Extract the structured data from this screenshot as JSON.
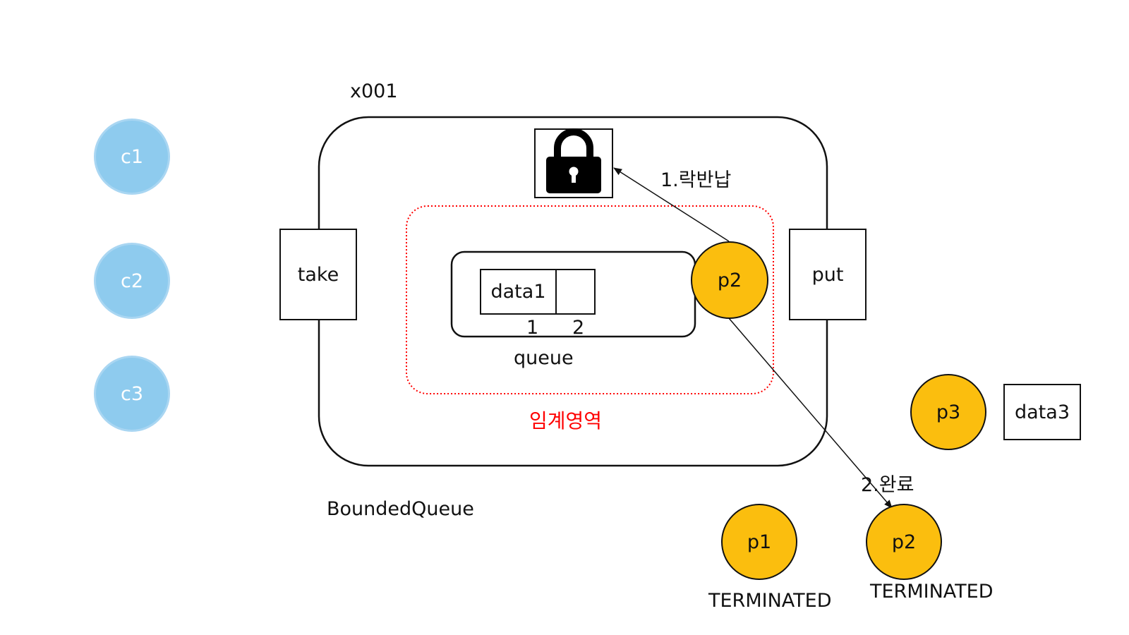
{
  "instance_label": "x001",
  "class_label": "BoundedQueue",
  "lock_icon": "lock-icon",
  "methods": {
    "take": "take",
    "put": "put"
  },
  "queue": {
    "label": "queue",
    "slots": [
      {
        "value": "data1",
        "index": "1"
      },
      {
        "value": "",
        "index": "2"
      }
    ]
  },
  "critical_section": {
    "label": "임계영역",
    "color": "#ff0000"
  },
  "consumers": [
    "c1",
    "c2",
    "c3"
  ],
  "active_producer": "p2",
  "waiting": {
    "producer": "p3",
    "data": "data3"
  },
  "terminated": [
    {
      "name": "p1",
      "state": "TERMINATED"
    },
    {
      "name": "p2",
      "state": "TERMINATED"
    }
  ],
  "arrows": {
    "release_lock": "1.락반납",
    "complete": "2.완료"
  },
  "colors": {
    "consumer": "#8ecbee",
    "producer": "#fbbe0e",
    "critical": "#ff0000"
  }
}
